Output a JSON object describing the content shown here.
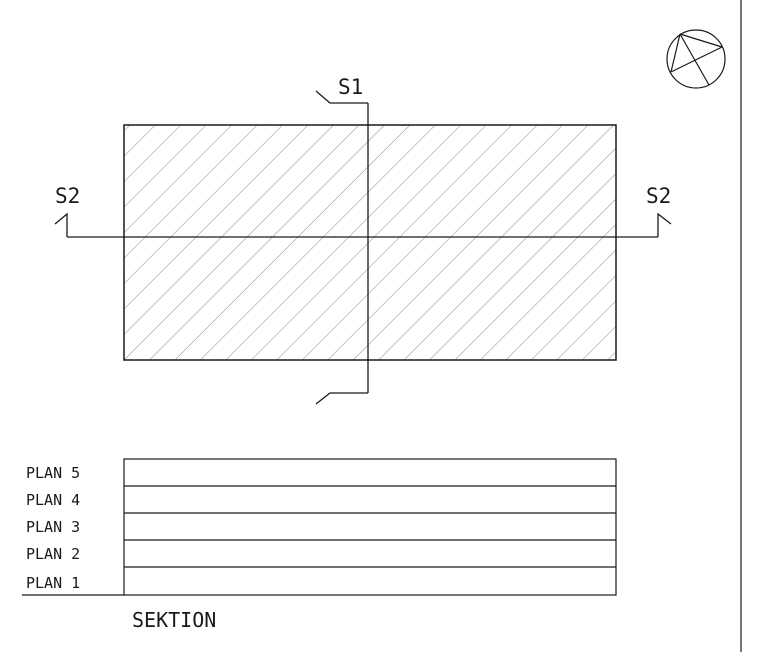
{
  "section_cuts": {
    "s1_label": "S1",
    "s2_left_label": "S2",
    "s2_right_label": "S2"
  },
  "floor_levels": [
    "PLAN 5",
    "PLAN 4",
    "PLAN 3",
    "PLAN 2",
    "PLAN 1"
  ],
  "section_title": "SEKTION",
  "north_symbol": "north-arrow-icon",
  "colors": {
    "line": "#1a1a1a",
    "hatch": "#8c8c8c",
    "background": "#ffffff"
  }
}
